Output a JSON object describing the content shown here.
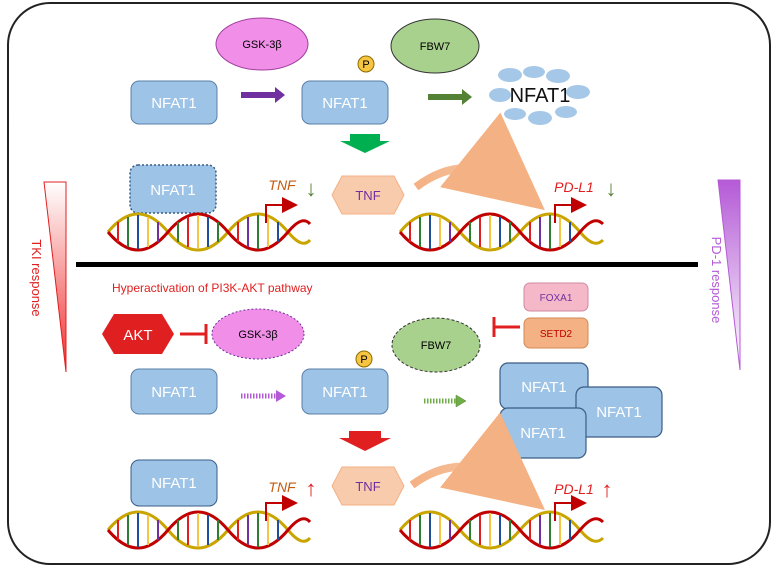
{
  "colors": {
    "protein_fill": "#9dc3e6",
    "protein_stroke": "#5b7fa6",
    "gsk_fill": "#f08ee8",
    "fbw_fill": "#a9d18e",
    "tnf_fill": "#f8cbad",
    "akt_fill": "#e02020",
    "foxa_fill": "#f4b8c8",
    "setd_fill": "#f4b183",
    "red": "#e02020",
    "green": "#2e7d32",
    "purple": "#b45ad6",
    "tki_red": "#f03030"
  },
  "top": {
    "gsk_label": "GSK-3β",
    "fbw_label": "FBW7",
    "nfat_left": "NFAT1",
    "nfat_mid": "NFAT1",
    "phospho": "P",
    "nfat_degraded": "NFAT1",
    "nfat_dna": "NFAT1",
    "tnf_gene": "TNF",
    "tnf_protein": "TNF",
    "pdl1_gene": "PD-L1",
    "tnf_arrow": "↓",
    "pdl1_arrow": "↓"
  },
  "bottom": {
    "pathway_title": "Hyperactivation of PI3K-AKT pathway",
    "akt_label": "AKT",
    "gsk_label": "GSK-3β",
    "fbw_label": "FBW7",
    "foxa_label": "FOXA1",
    "setd_label": "SETD2",
    "nfat_left": "NFAT1",
    "nfat_mid": "NFAT1",
    "phospho": "P",
    "nfat_stack_a": "NFAT1",
    "nfat_stack_b": "NFAT1",
    "nfat_stack_c": "NFAT1",
    "nfat_dna": "NFAT1",
    "tnf_gene": "TNF",
    "tnf_protein": "TNF",
    "pdl1_gene": "PD-L1",
    "tnf_arrow": "↑",
    "pdl1_arrow": "↑"
  },
  "side": {
    "tki_label": "TKI response",
    "pd1_label": "PD-1 response"
  }
}
